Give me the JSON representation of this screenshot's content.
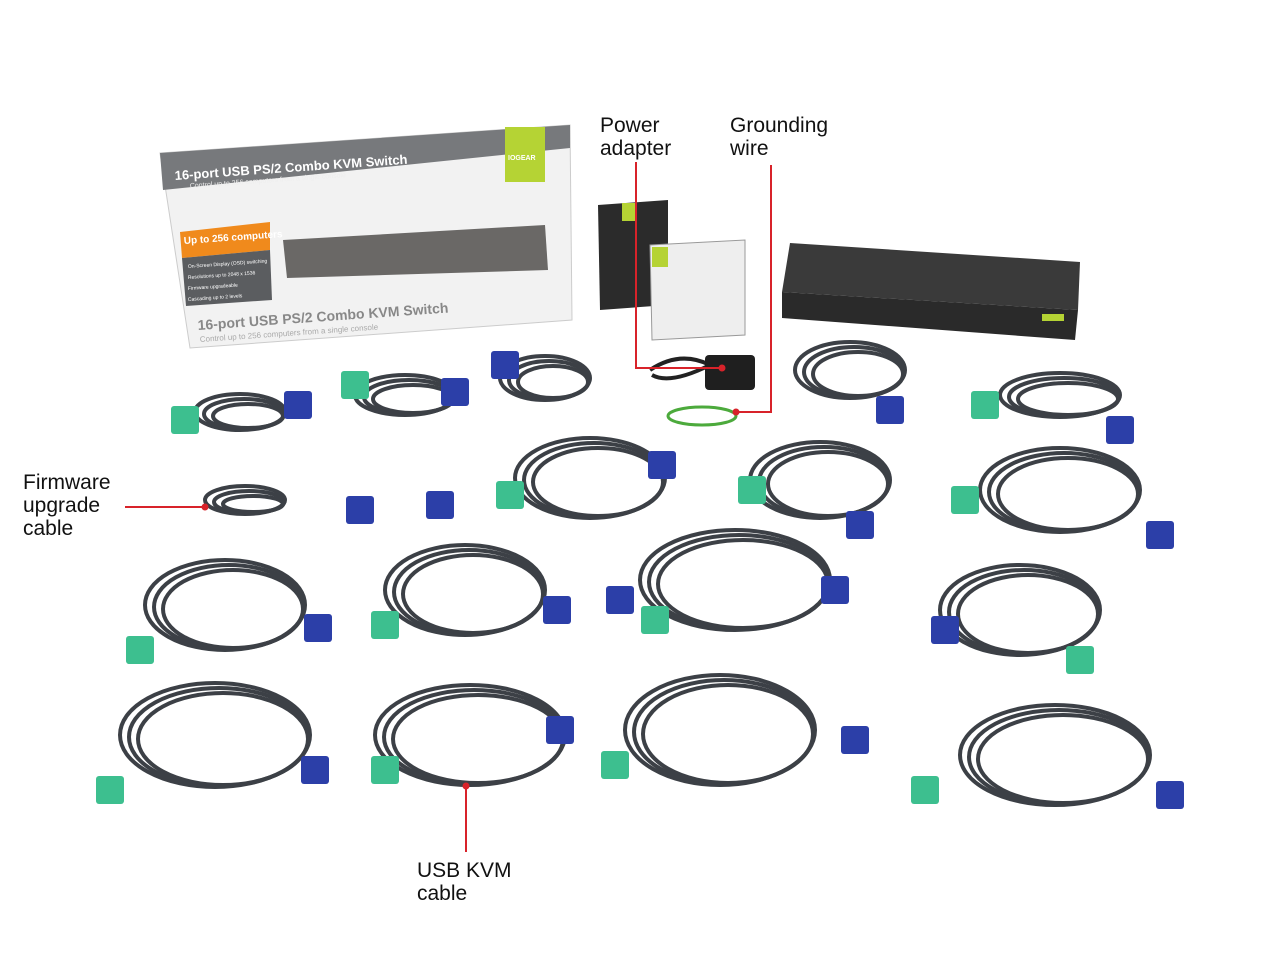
{
  "callouts": {
    "power_adapter": "Power adapter",
    "grounding_wire": "Grounding wire",
    "firmware_cable": "Firmware upgrade cable",
    "usb_kvm_cable": "USB KVM cable"
  },
  "product_box": {
    "title": "16-port USB PS/2 Combo KVM Switch",
    "subtitle": "Control up to 256 computers from a single console",
    "badge": "Up to 256 computers",
    "features": [
      "On-Screen Display (OSD) switching",
      "Resolutions up to 2048 x 1536",
      "Firmware upgradeable",
      "Cascading up to 2 levels"
    ],
    "brand": "IOGEAR"
  },
  "colors": {
    "callout_line": "#d8232a",
    "vga_green": "#3dbf8f",
    "vga_blue": "#2c3fa8",
    "cable": "#3c4046",
    "brand_green": "#b5d334",
    "badge_orange": "#f08a1c"
  }
}
